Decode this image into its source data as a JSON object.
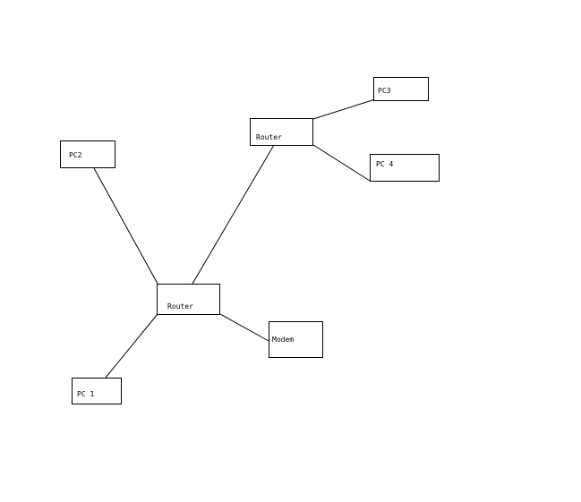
{
  "diagram": {
    "nodes": {
      "pc2": "PC2",
      "router_top": "Router",
      "pc3": "PC3",
      "pc4": "PC 4",
      "router_main": "Router",
      "modem": "Modem",
      "pc1": "PC 1"
    },
    "links": [
      [
        "pc2",
        "router_main"
      ],
      [
        "pc1",
        "router_main"
      ],
      [
        "router_main",
        "router_top"
      ],
      [
        "router_main",
        "modem"
      ],
      [
        "router_top",
        "pc3"
      ],
      [
        "router_top",
        "pc4"
      ]
    ],
    "colors": {
      "line": "#000000",
      "background": "#ffffff"
    }
  }
}
